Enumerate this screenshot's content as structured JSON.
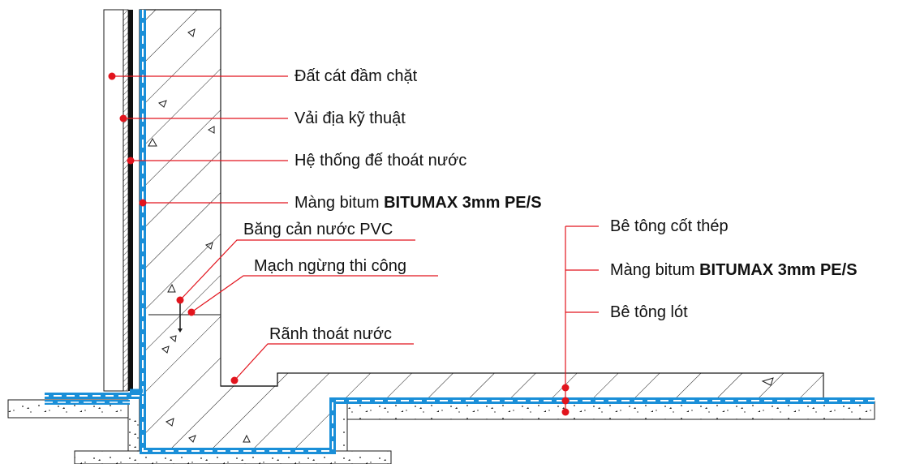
{
  "colors": {
    "membrane": "#1a8fd8",
    "leader": "#e2141d",
    "line": "#1a1a1a",
    "background": "#ffffff"
  },
  "labels": {
    "compacted_sand": {
      "text": "Đất cát đầm chặt"
    },
    "geotextile": {
      "text": "Vải địa kỹ thuật"
    },
    "drainage_board": {
      "text": "Hệ thống đế thoát nước"
    },
    "wall_membrane": {
      "prefix": "Màng bitum ",
      "product": "BITUMAX 3mm PE/S"
    },
    "pvc_waterstop": {
      "text": "Băng cản nước PVC"
    },
    "construction_joint": {
      "text": "Mạch ngừng thi công"
    },
    "drain_channel": {
      "text": "Rãnh thoát nước"
    },
    "reinforced_concrete": {
      "text": "Bê tông cốt thép"
    },
    "slab_membrane": {
      "prefix": "Màng bitum ",
      "product": "BITUMAX 3mm PE/S"
    },
    "lean_concrete": {
      "text": "Bê tông lót"
    }
  }
}
